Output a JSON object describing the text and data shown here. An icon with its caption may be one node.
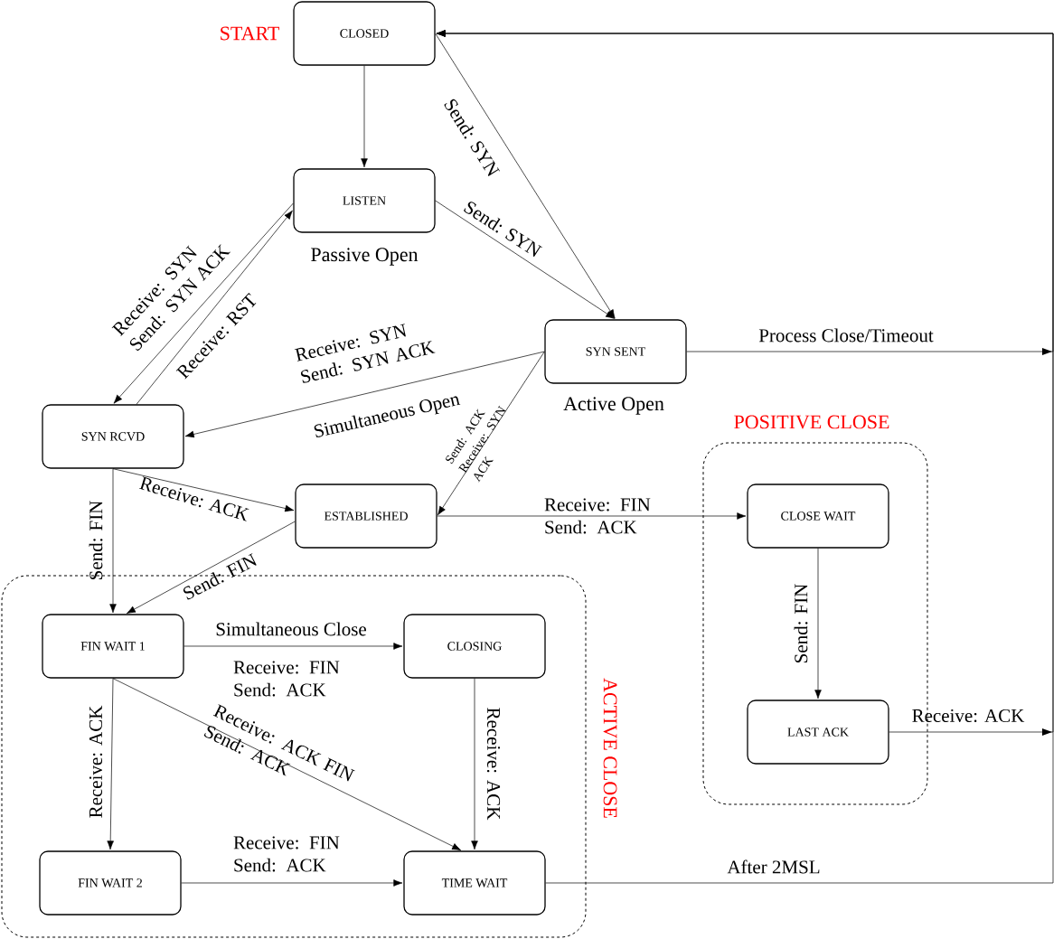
{
  "diagram": {
    "nodes": [
      {
        "text": [
          "CLOSED"
        ],
        "beside": [
          "START"
        ]
      },
      {
        "text": [
          "LISTEN"
        ],
        "beside": [
          "Passive Open"
        ]
      },
      {
        "text": [
          "SYN SENT"
        ],
        "beside": [
          "Active Open"
        ]
      },
      {
        "text": [
          "SYN RCVD"
        ]
      },
      {
        "text": [
          "ESTABLISHED"
        ]
      },
      {
        "text": [
          "POSITIVE CLOSE"
        ]
      },
      {
        "text": [
          "CLOSE WAIT"
        ],
        "in": 5
      },
      {
        "text": [
          "LAST ACK"
        ],
        "in": 5
      },
      {
        "text": [
          "ACTIVE CLOSE"
        ]
      },
      {
        "text": [
          "FIN WAIT 1"
        ],
        "in": 8
      },
      {
        "text": [
          "CLOSING"
        ],
        "in": 8
      },
      {
        "text": [
          "FIN WAIT 2"
        ],
        "in": 8
      },
      {
        "text": [
          "TIME WAIT"
        ],
        "in": 8
      }
    ],
    "edges": [
      {
        "from": 0,
        "to": 1,
        "arrow": "to"
      },
      {
        "from": 0,
        "to": 2,
        "arrow": "to",
        "label": "Send: SYN"
      },
      {
        "from": 1,
        "to": 2,
        "arrow": "to",
        "label": "Send: SYN"
      },
      {
        "from": 1,
        "to": 3,
        "arrow": "to",
        "label": "Receive: SYN Send: SYN ACK"
      },
      {
        "from": 3,
        "to": 1,
        "arrow": "to",
        "label": "Receive: RST"
      },
      {
        "from": 2,
        "to": 3,
        "arrow": "to",
        "label": "Receive: SYN Send: SYN ACK"
      },
      {
        "from": 2,
        "to": 4,
        "arrow": "to",
        "label": "Send: ACK Receive: SYN ACK"
      },
      {
        "from": 3,
        "to": 4,
        "arrow": "to",
        "label": "Receive: ACK"
      },
      {
        "from": 3,
        "to": 9,
        "arrow": "to",
        "label": "Send: FIN"
      },
      {
        "from": 4,
        "to": 9,
        "arrow": "to",
        "label": "Send: FIN"
      },
      {
        "from": 4,
        "to": 6,
        "arrow": "to",
        "label": "Receive: FIN Send: ACK"
      },
      {
        "from": 2,
        "to": 0,
        "arrow": "to",
        "label": "Process Close/Timeout"
      },
      {
        "from": 6,
        "to": 7,
        "arrow": "to",
        "label": "Send: FIN"
      },
      {
        "from": 7,
        "to": 0,
        "arrow": "to",
        "label": "Receive: ACK"
      },
      {
        "from": 9,
        "to": 10,
        "arrow": "to",
        "label": "Receive: FIN Send: ACK"
      },
      {
        "from": 9,
        "to": 11,
        "arrow": "to",
        "label": "Receive: ACK"
      },
      {
        "from": 9,
        "to": 12,
        "arrow": "to",
        "label": "Receive: ACK FIN Send: ACK"
      },
      {
        "from": 10,
        "to": 12,
        "arrow": "to",
        "label": "Receive: ACK"
      },
      {
        "from": 11,
        "to": 12,
        "arrow": "to",
        "label": "Receive: FIN Send: ACK"
      },
      {
        "from": 12,
        "to": 0,
        "arrow": "to",
        "label": "After 2MSL"
      }
    ],
    "labels": [
      "Simultaneous Open",
      "Simultaneous Close"
    ]
  }
}
